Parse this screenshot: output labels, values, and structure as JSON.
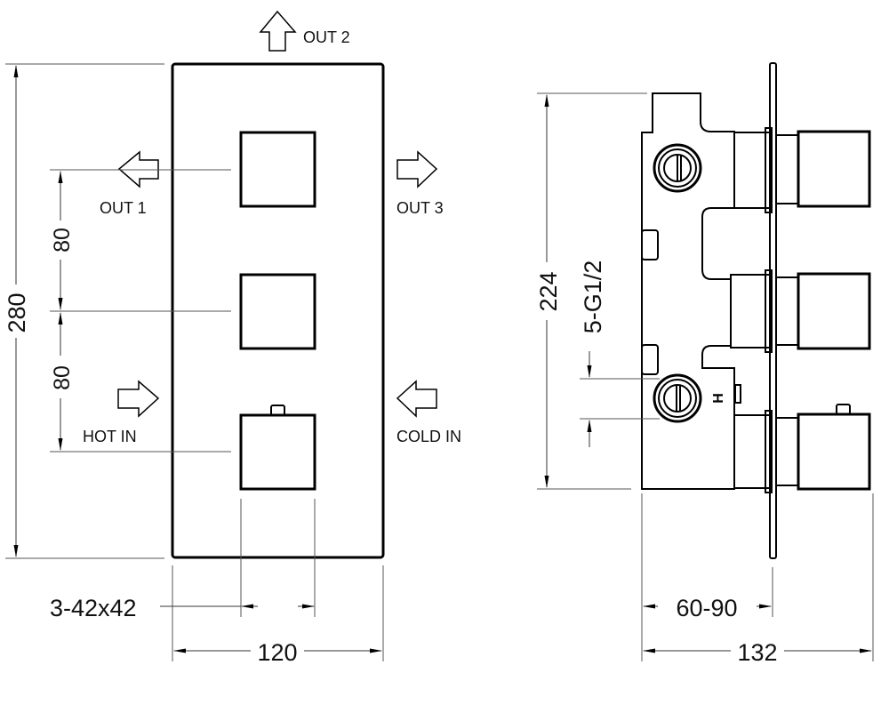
{
  "title": "Thermostatic concealed 3-outlet valve dimension drawing",
  "front_view": {
    "flow_labels": {
      "out2": "OUT 2",
      "out1": "OUT 1",
      "out3": "OUT 3",
      "hot_in": "HOT IN",
      "cold_in": "COLD IN"
    },
    "dimensions": {
      "height": "280",
      "spacing_upper": "80",
      "spacing_lower": "80",
      "handle_size": "3-42x42",
      "width": "120"
    },
    "handle_count": 3
  },
  "side_view": {
    "dimensions": {
      "body_height": "224",
      "thread": "5-G1/2",
      "depth_range": "60-90",
      "overall_depth": "132"
    },
    "hot_marker": "H"
  },
  "colors": {
    "line": "#000000",
    "background": "#ffffff"
  }
}
